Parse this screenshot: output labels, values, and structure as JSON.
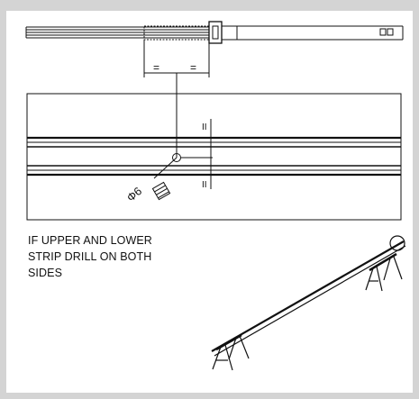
{
  "diagram": {
    "dimension_marks": {
      "left": "=",
      "right": "="
    },
    "hole_label": "Φ6",
    "parallel_marks": {
      "top": "II",
      "bottom": "II"
    },
    "instruction_lines": [
      "IF UPPER AND LOWER",
      "STRIP DRILL ON BOTH",
      "SIDES"
    ]
  }
}
